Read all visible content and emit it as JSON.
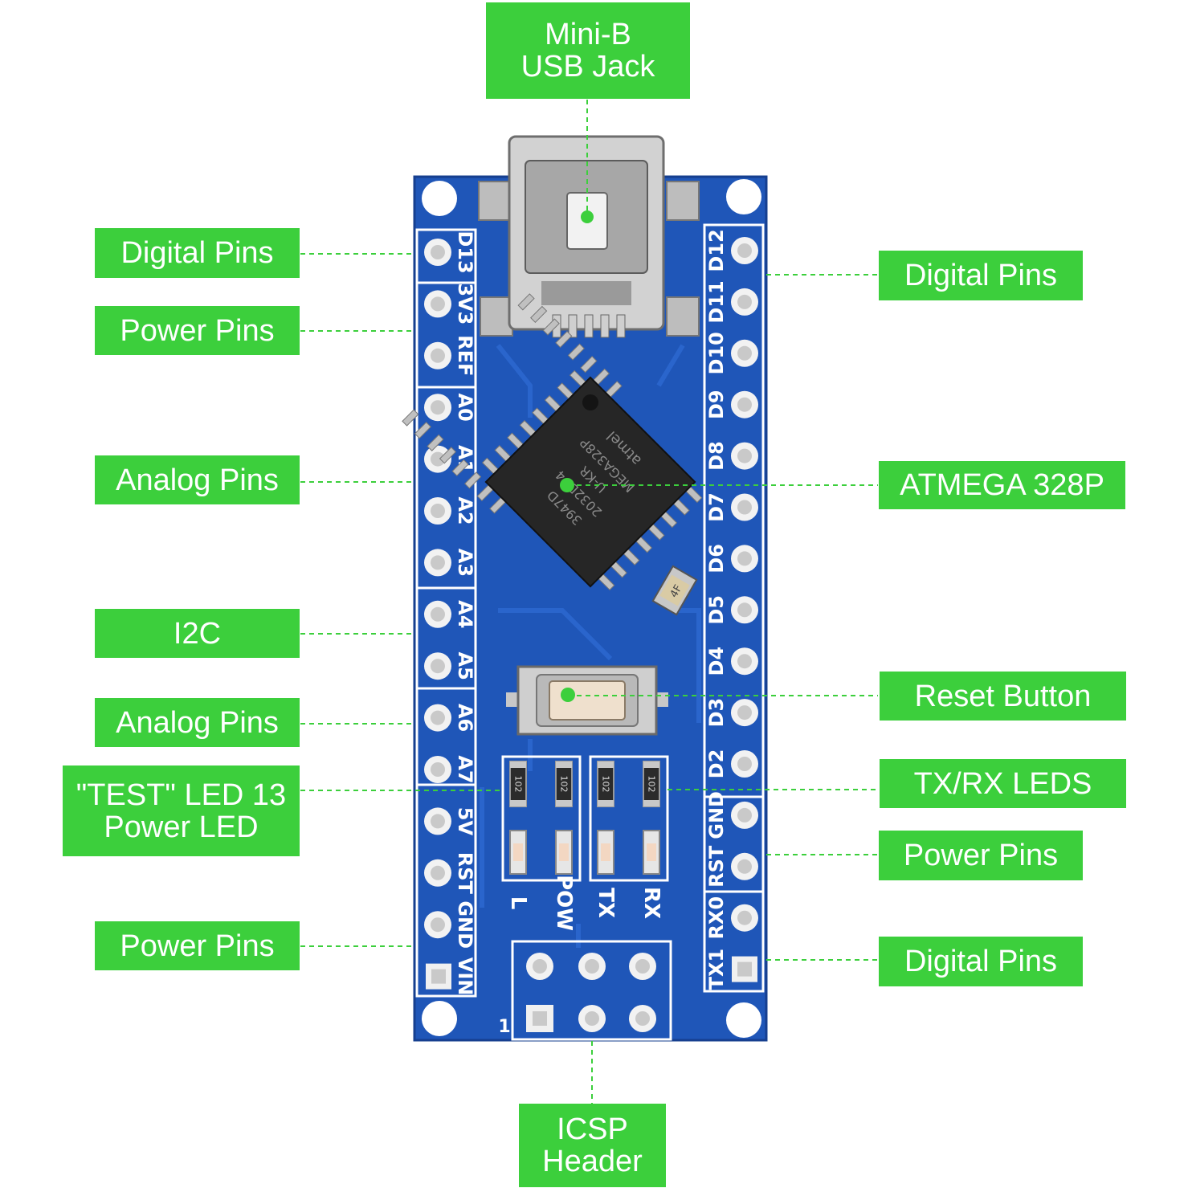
{
  "colors": {
    "label_bg": "#3ccf3c",
    "label_text": "#ffffff",
    "leader": "#3ccf3c",
    "pcb": "#1f56b8",
    "pcb_dark": "#163f8f",
    "silkscreen": "#ffffff"
  },
  "labels": {
    "usb": {
      "line1": "Mini-B",
      "line2": "USB Jack"
    },
    "digital_top_left": "Digital Pins",
    "power_top_left": "Power Pins",
    "analog_left_1": "Analog Pins",
    "i2c": "I2C",
    "analog_left_2": "Analog Pins",
    "test_led": {
      "line1": "\"TEST\" LED 13",
      "line2": "Power LED"
    },
    "power_bottom_left": "Power Pins",
    "digital_top_right": "Digital Pins",
    "atmega": "ATMEGA 328P",
    "reset": "Reset Button",
    "txrx": "TX/RX LEDS",
    "power_right": "Power Pins",
    "digital_bottom_right": "Digital Pins",
    "icsp": {
      "line1": "ICSP",
      "line2": "Header"
    }
  },
  "board": {
    "left_pins": [
      "D13",
      "3V3",
      "REF",
      "A0",
      "A1",
      "A2",
      "A3",
      "A4",
      "A5",
      "A6",
      "A7",
      "5V",
      "RST",
      "GND",
      "VIN"
    ],
    "right_pins": [
      "D12",
      "D11",
      "D10",
      "D9",
      "D8",
      "D7",
      "D6",
      "D5",
      "D4",
      "D3",
      "D2",
      "GND",
      "RST",
      "RX0",
      "TX1"
    ],
    "led_labels": [
      "L",
      "POW",
      "TX",
      "RX"
    ],
    "resistor_code": "102",
    "chip_text": [
      "MEGA328P",
      "U-KR",
      "2032D74",
      "3947D"
    ],
    "chip_brand": "atmel",
    "cap_text": "4F",
    "icsp_pin1": "1"
  }
}
